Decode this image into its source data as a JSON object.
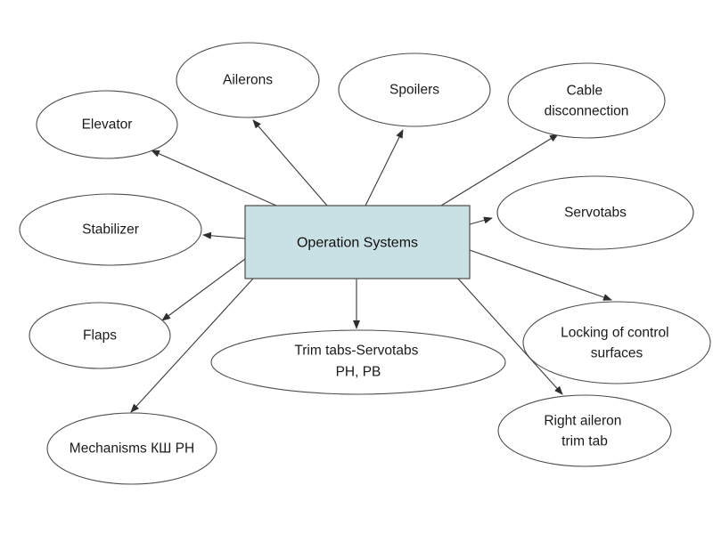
{
  "diagram_title": "Operation Systems",
  "center_node": {
    "label": "Operation Systems",
    "fill": "#c9e1e4",
    "stroke": "#4a4a4a"
  },
  "nodes": [
    {
      "id": "elevator",
      "lines": [
        "Elevator"
      ]
    },
    {
      "id": "ailerons",
      "lines": [
        "Ailerons"
      ]
    },
    {
      "id": "spoilers",
      "lines": [
        "Spoilers"
      ]
    },
    {
      "id": "cable-disconnection",
      "lines": [
        "Cable",
        "disconnection"
      ]
    },
    {
      "id": "stabilizer",
      "lines": [
        "Stabilizer"
      ]
    },
    {
      "id": "servotabs",
      "lines": [
        "Servotabs"
      ]
    },
    {
      "id": "flaps",
      "lines": [
        "Flaps"
      ]
    },
    {
      "id": "trim-tabs-servotabs",
      "lines": [
        "Trim tabs-Servotabs",
        "РН, РВ"
      ]
    },
    {
      "id": "locking-of-control-surfaces",
      "lines": [
        "Locking of control",
        "surfaces"
      ]
    },
    {
      "id": "mechanisms-ksh-rn",
      "lines": [
        "Mechanisms КШ РН"
      ]
    },
    {
      "id": "right-aileron-trim-tab",
      "lines": [
        "Right aileron",
        "trim tab"
      ]
    }
  ],
  "colors": {
    "background": "#ffffff",
    "ellipse_fill": "#ffffff",
    "ellipse_stroke": "#4d4d4d",
    "arrow": "#3a3a3a",
    "text": "#1a1a1a",
    "center_fill": "#c9e1e4"
  }
}
